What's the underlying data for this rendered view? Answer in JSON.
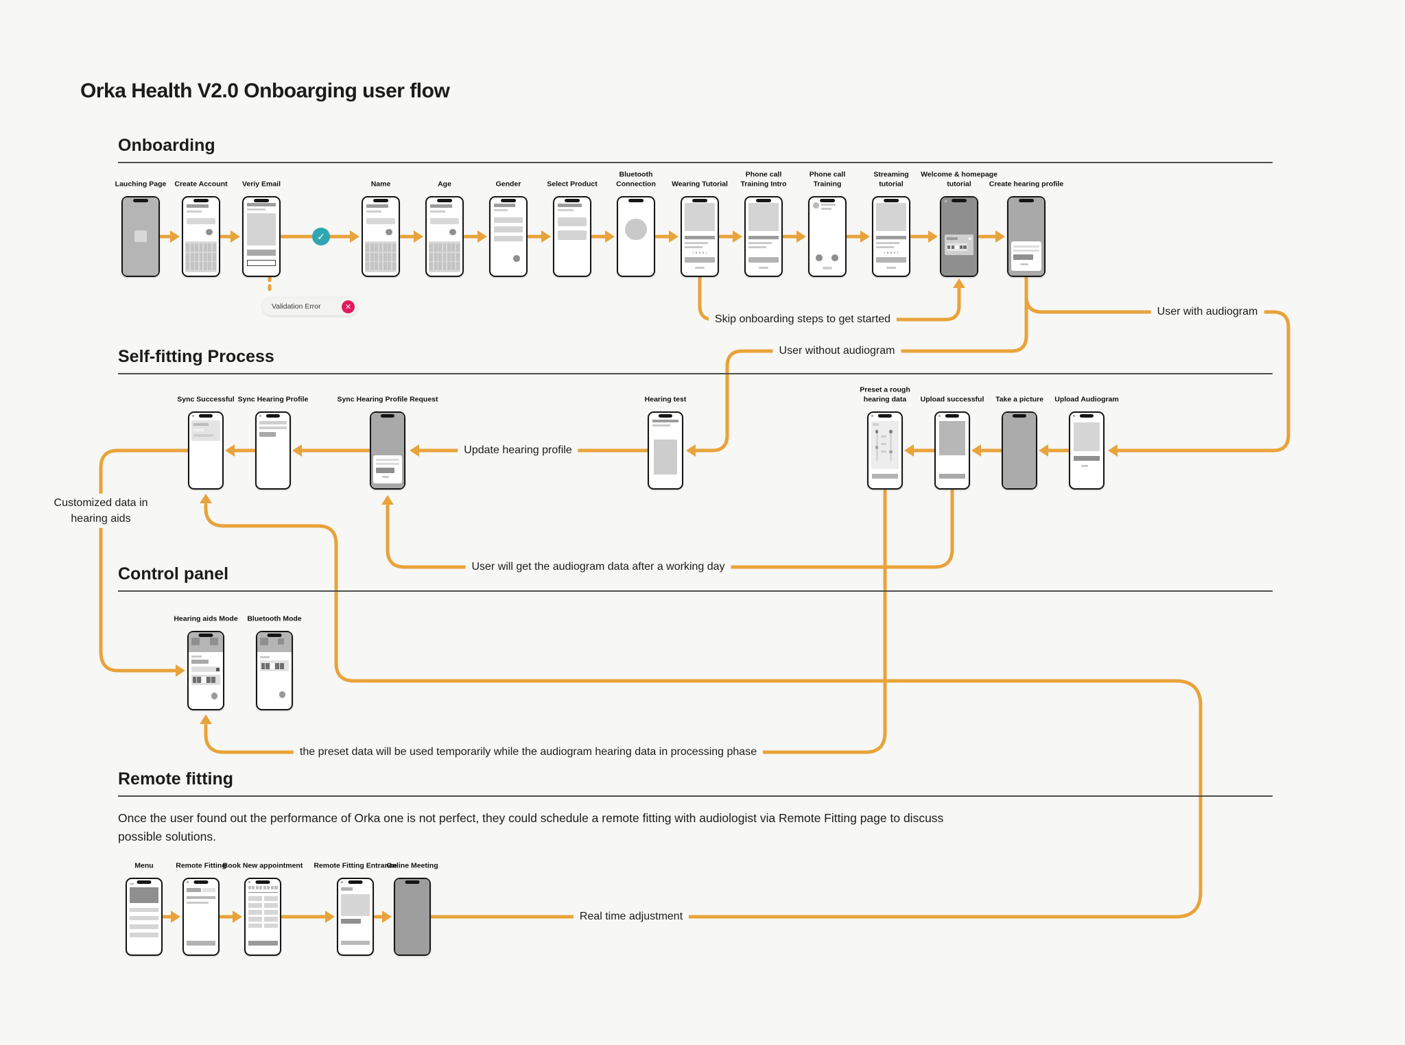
{
  "title": "Orka Health V2.0 Onboarging user flow",
  "colors": {
    "accent": "#E8A33B",
    "check": "#2FA6B3",
    "error": "#E3195E",
    "background": "#F7F7F5",
    "ink": "#1B1B1B"
  },
  "icons": {
    "check": "✓",
    "error_x": "✕"
  },
  "sections": {
    "onboarding": {
      "heading": "Onboarding"
    },
    "self_fitting": {
      "heading": "Self-fitting Process"
    },
    "control_panel": {
      "heading": "Control panel"
    },
    "remote_fitting": {
      "heading": "Remote fitting",
      "description": "Once the user found out the performance of Orka one is not perfect, they could schedule a remote fitting with audiologist via Remote Fitting page to discuss possible solutions."
    }
  },
  "phones": [
    {
      "id": "launching-page",
      "section": "onboarding",
      "label": "Lauching Page",
      "screen": "launch"
    },
    {
      "id": "create-account",
      "section": "onboarding",
      "label": "Create Account",
      "screen": "form"
    },
    {
      "id": "verify-email",
      "section": "onboarding",
      "label": "Veriy Email",
      "screen": "verify"
    },
    {
      "id": "name",
      "section": "onboarding",
      "label": "Name",
      "screen": "form"
    },
    {
      "id": "age",
      "section": "onboarding",
      "label": "Age",
      "screen": "form"
    },
    {
      "id": "gender",
      "section": "onboarding",
      "label": "Gender",
      "screen": "options"
    },
    {
      "id": "select-product",
      "section": "onboarding",
      "label": "Select Product",
      "screen": "product"
    },
    {
      "id": "bluetooth-connection",
      "section": "onboarding",
      "label": "Bluetooth Connection",
      "screen": "bluetooth"
    },
    {
      "id": "wearing-tutorial",
      "section": "onboarding",
      "label": "Wearing Tutorial",
      "screen": "tutorial"
    },
    {
      "id": "phone-call-training-intro",
      "section": "onboarding",
      "label": "Phone call Training Intro",
      "screen": "tutorial2"
    },
    {
      "id": "phone-call-training",
      "section": "onboarding",
      "label": "Phone call Training",
      "screen": "call"
    },
    {
      "id": "streaming-tutorial",
      "section": "onboarding",
      "label": "Streaming tutorial",
      "screen": "tutorial"
    },
    {
      "id": "welcome-homepage-tutorial",
      "section": "onboarding",
      "label": "Welcome & homepage tutorial",
      "screen": "welcome"
    },
    {
      "id": "create-hearing-profile",
      "section": "onboarding",
      "label": "Create hearing profile",
      "screen": "sheet"
    },
    {
      "id": "sync-successful",
      "section": "self_fitting",
      "label": "Sync Successful",
      "screen": "synccard"
    },
    {
      "id": "sync-hearing-profile",
      "section": "self_fitting",
      "label": "Sync Hearing Profile",
      "screen": "synclist"
    },
    {
      "id": "sync-hearing-profile-request",
      "section": "self_fitting",
      "label": "Sync Hearing Profile Request",
      "screen": "sheet"
    },
    {
      "id": "hearing-test",
      "section": "self_fitting",
      "label": "Hearing test",
      "screen": "hearingtest"
    },
    {
      "id": "preset-rough-hearing-data",
      "section": "self_fitting",
      "label": "Preset a rough hearing data",
      "screen": "sliders"
    },
    {
      "id": "upload-successful",
      "section": "self_fitting",
      "label": "Upload successful",
      "screen": "uploadok"
    },
    {
      "id": "take-a-picture",
      "section": "self_fitting",
      "label": "Take a picture",
      "screen": "camera"
    },
    {
      "id": "upload-audiogram",
      "section": "self_fitting",
      "label": "Upload Audiogram",
      "screen": "uploadaudio"
    },
    {
      "id": "hearing-aids-mode",
      "section": "control_panel",
      "label": "Hearing aids Mode",
      "screen": "controlA"
    },
    {
      "id": "bluetooth-mode",
      "section": "control_panel",
      "label": "Bluetooth Mode",
      "screen": "controlB"
    },
    {
      "id": "menu",
      "section": "remote_fitting",
      "label": "Menu",
      "screen": "menu"
    },
    {
      "id": "remote-fitting",
      "section": "remote_fitting",
      "label": "Remote Fitting",
      "screen": "remotefit"
    },
    {
      "id": "book-new-appointment",
      "section": "remote_fitting",
      "label": "Book New appointment",
      "screen": "calendar"
    },
    {
      "id": "remote-fitting-entrance",
      "section": "remote_fitting",
      "label": "Remote Fitting Entrance",
      "screen": "rfentrance"
    },
    {
      "id": "online-meeting",
      "section": "remote_fitting",
      "label": "Online Meeting",
      "screen": "meeting"
    }
  ],
  "annotations": [
    {
      "id": "validation-error",
      "text": "Validation Error"
    },
    {
      "id": "skip-onboarding",
      "text": "Skip onboarding steps to get started"
    },
    {
      "id": "user-without-audiogram",
      "text": "User without audiogram"
    },
    {
      "id": "user-with-audiogram",
      "text": "User with audiogram"
    },
    {
      "id": "update-hearing-profile",
      "text": "Update hearing profile"
    },
    {
      "id": "working-day",
      "text": "User will get the audiogram data after a working day"
    },
    {
      "id": "customized-data",
      "text": "Customized data in hearing aids"
    },
    {
      "id": "preset-temporary",
      "text": "the preset data will be used temporarily while the audiogram hearing data in processing phase"
    },
    {
      "id": "real-time-adjustment",
      "text": "Real time adjustment"
    }
  ]
}
